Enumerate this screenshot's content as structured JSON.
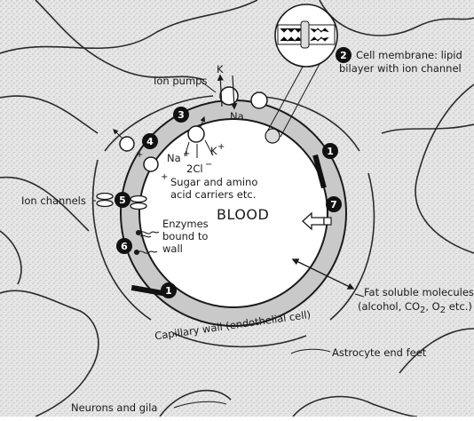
{
  "diagram": {
    "center_label": "BLOOD",
    "labels": {
      "ion_pumps": "Ion pumps",
      "pump_k": "K",
      "pump_na": "Na",
      "membrane_line1": "Cell membrane: lipid",
      "membrane_line2": "bilayer with ion channel",
      "na_plus": "Na",
      "k_plus": "K",
      "two_cl": "2Cl",
      "plus": "+",
      "minus": "−",
      "sugar_line1": "Sugar and amino",
      "sugar_line2": "acid carriers etc.",
      "ion_channels": "Ion channels",
      "enzymes_line1": "Enzymes",
      "enzymes_line2": "bound to",
      "enzymes_line3": "wall",
      "fat_line1": "Fat soluble molecules",
      "fat_line2_pre": "(alcohol, CO",
      "fat_line2_mid": ", O",
      "fat_line2_post": " etc.)",
      "subscript_2": "2",
      "capillary_wall": "Capillary wall (endothelial cell)",
      "astrocyte": "Astrocyte end feet",
      "neurons": "Neurons and gila"
    },
    "markers": [
      "1",
      "2",
      "3",
      "4",
      "5",
      "6",
      "7",
      "1"
    ]
  },
  "colors": {
    "tissue": "#e3e3e3",
    "wall": "#c9c9c9",
    "ink": "#1a1a1a",
    "blood": "#ffffff"
  }
}
